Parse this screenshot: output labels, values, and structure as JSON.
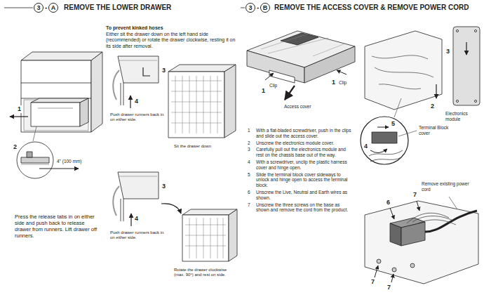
{
  "diagram": {
    "nodes": [
      {
        "text": [
          "3"
        ]
      },
      {
        "text": [
          "A"
        ]
      },
      {
        "text": [
          "3"
        ]
      },
      {
        "text": [
          "B"
        ]
      }
    ],
    "labels": [
      "-",
      "REMOVE THE LOWER DRAWER",
      "-",
      "REMOVE THE ACCESS COVER & REMOVE POWER CORD",
      "To prevent kinked hoses",
      "Either sit the drawer down on the left hand side (recommended) or rotate the drawer clockwise, resting it on its side after removal.",
      "1",
      "2",
      "4\" (100 mm)",
      "Press the release tabs in on either side and push back to release drawer from runners. Lift drawer off runners.",
      "3",
      "4",
      "Push drawer runners back in on either side.",
      "Sit the drawer down",
      "3",
      "4",
      "Push drawer runners back in on either side.",
      "Rotate the drawer clockwise (max. 90°) and rest on side.",
      "1",
      "Clip",
      "1",
      "Clip",
      "Access cover",
      "1",
      "With a flat-bladed screwdriver, push in the clips and slide out the access cover.",
      "2",
      "Unscrew the electronics module cover.",
      "3",
      "Carefully pull out the electronics module and rest on the chassis base out of the way.",
      "4",
      "With a screwdriver, unclip the plastic harness cover and hinge open.",
      "5",
      "Slide the terminal block cover sideways to unlock and hinge open to access the terminal block.",
      "6",
      "Unscrew the Live, Neutral and Earth wires as shown.",
      "7",
      "Unscrew the three screws on the base as shown and remove the cord from the product.",
      "3",
      "2",
      "Electronics module",
      "5",
      "Terminal Block cover",
      "4",
      "Remove existing power cord",
      "6",
      "7",
      "7",
      "7"
    ]
  }
}
